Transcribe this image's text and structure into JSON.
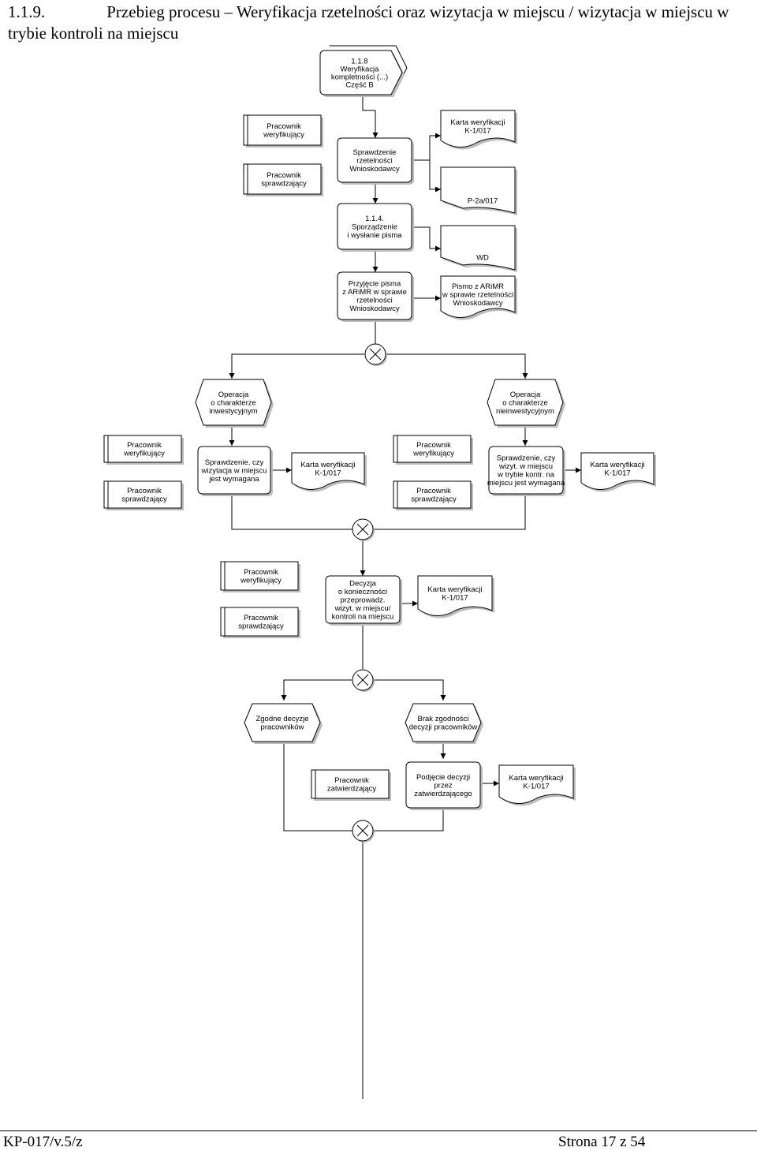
{
  "heading": {
    "number": "1.1.9.",
    "title": "Przebieg procesu – Weryfikacja rzetelności oraz wizytacja w miejscu / wizytacja w miejscu w trybie kontroli na miejscu"
  },
  "footer": {
    "left": "KP-017/v.5/z",
    "right": "Strona 17 z 54"
  },
  "diagram": {
    "interface_top": [
      "1.1.8",
      "Weryfikacja",
      "kompletności (...)",
      "Część B"
    ],
    "role_weryf_1": [
      "Pracownik",
      "weryfikujący"
    ],
    "role_spraw_1": [
      "Pracownik",
      "sprawdzający"
    ],
    "func_sprawdzenie": [
      "Sprawdzenie",
      "rzetelności",
      "Wnioskodawcy"
    ],
    "doc_karta_1": [
      "Karta weryfikacji",
      "K-1/017"
    ],
    "doc_p2a": [
      "P-2a/017"
    ],
    "func_sporzadzenie": [
      "1.1.4.",
      "Sporządzenie",
      "i wysłanie pisma"
    ],
    "doc_wd": [
      "WD"
    ],
    "func_przyjecie": [
      "Przyjęcie pisma",
      "z ARiMR w sprawie",
      "rzetelności",
      "Wnioskodawcy"
    ],
    "doc_pismo": [
      "Pismo z ARiMR",
      "w sprawie rzetelności",
      "Wnioskodawcy"
    ],
    "event_inwest": [
      "Operacja",
      "o charakterze",
      "inwestycyjnym"
    ],
    "event_nieinwest": [
      "Operacja",
      "o charakterze",
      "nieinwestycyjnym"
    ],
    "role_weryf_2": [
      "Pracownik",
      "weryfikujący"
    ],
    "role_spraw_2": [
      "Pracownik",
      "sprawdzający"
    ],
    "func_czy_wizytacja": [
      "Sprawdzenie, czy",
      "wizytacja w miejscu",
      "jest wymagana"
    ],
    "doc_karta_2": [
      "Karta weryfikacji",
      "K-1/017"
    ],
    "role_weryf_3": [
      "Pracownik",
      "weryfikujący"
    ],
    "role_spraw_3": [
      "Pracownik",
      "sprawdzający"
    ],
    "func_czy_wizyt_tryb": [
      "Sprawdzenie, czy",
      "wizyt. w miejscu",
      "w trybie kontr. na",
      "miejscu jest wymagana"
    ],
    "doc_karta_3": [
      "Karta weryfikacji",
      "K-1/017"
    ],
    "role_weryf_4": [
      "Pracownik",
      "weryfikujący"
    ],
    "role_spraw_4": [
      "Pracownik",
      "sprawdzający"
    ],
    "func_decyzja": [
      "Decyzja",
      "o konieczności",
      "przeprowadz.",
      "wizyt. w miejscu/",
      "kontroli na miejscu"
    ],
    "doc_karta_4": [
      "Karta weryfikacji",
      "K-1/017"
    ],
    "event_zgodne": [
      "Zgodne decyzje",
      "pracowników"
    ],
    "event_brak": [
      "Brak zgodności",
      "decyzji pracowników"
    ],
    "role_zatw": [
      "Pracownik",
      "zatwierdzający"
    ],
    "func_podjecie": [
      "Podjęcie decyzji",
      "przez",
      "zatwierdzającego"
    ],
    "doc_karta_5": [
      "Karta weryfikacji",
      "K-1/017"
    ],
    "xor_symbol": "XOR"
  }
}
